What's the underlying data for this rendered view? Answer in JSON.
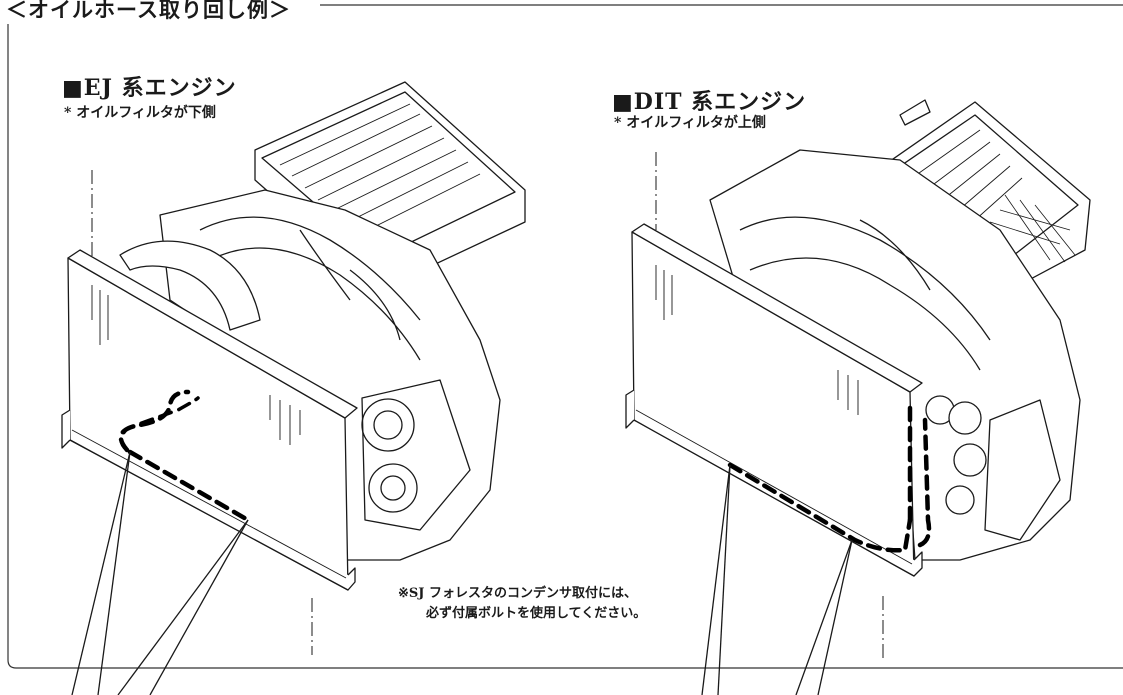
{
  "frame": {
    "title": "＜オイルホース取り回し例＞"
  },
  "engines": [
    {
      "title": "■EJ 系エンジン",
      "note": "* オイルフィルタが下側"
    },
    {
      "title": "■DIT 系エンジン",
      "note": "* オイルフィルタが上側"
    }
  ],
  "notice": {
    "line1": "※SJ フォレスタのコンデンサ取付には、",
    "line2": "必ず付属ボルトを使用してください。"
  },
  "colors": {
    "line": "#1a1a1a",
    "hose": "#000000",
    "frame": "#333333"
  }
}
